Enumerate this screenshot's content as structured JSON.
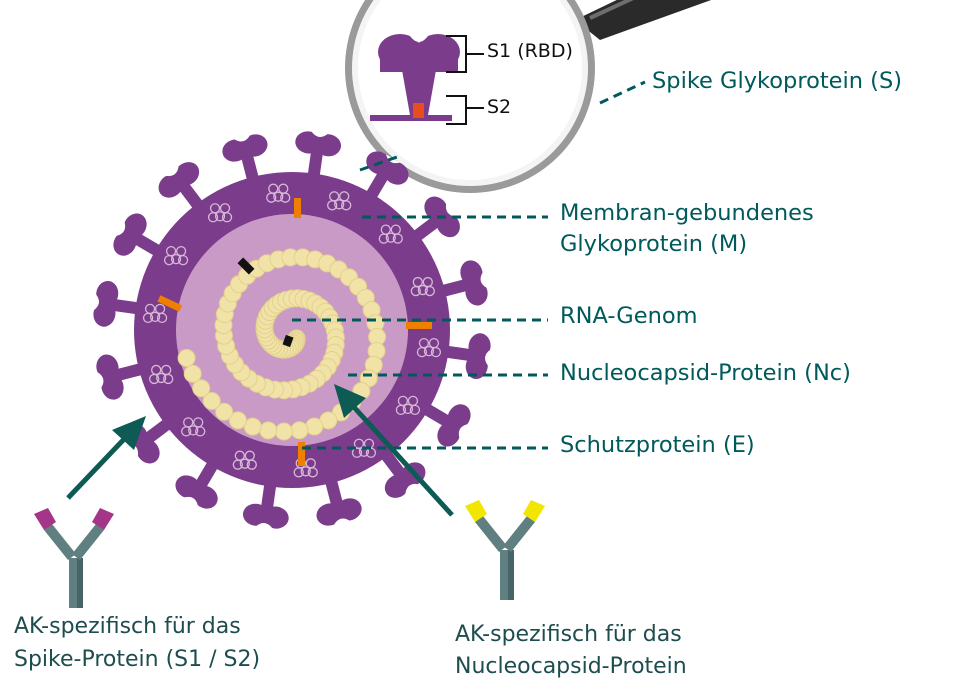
{
  "labels": {
    "spike": "Spike Glykoprotein (S)",
    "membrane_line1": "Membran-gebundenes",
    "membrane_line2": "Glykoprotein (M)",
    "rna": "RNA-Genom",
    "nucleocapsid": "Nucleocapsid-Protein (Nc)",
    "envelope": "Schutzprotein (E)"
  },
  "zoom": {
    "s1": "S1 (RBD)",
    "s2": "S2"
  },
  "antibodies": {
    "spike_line1": "AK-spezifisch für das",
    "spike_line2": "Spike-Protein (S1 / S2)",
    "nc_line1": "AK-spezifisch für das",
    "nc_line2": "Nucleocapsid-Protein"
  },
  "colors": {
    "teal": "#00595a",
    "arrow": "#0e5a55",
    "spike_purple": "#7b3c8c",
    "inner_pink": "#c99ac6",
    "rna_beads": "#f1e3a8",
    "orange_protein": "#ee7f00",
    "antibody_magenta": "#a53589",
    "antibody_yellow": "#f2e500",
    "antibody_grey": "#5f7f80"
  }
}
